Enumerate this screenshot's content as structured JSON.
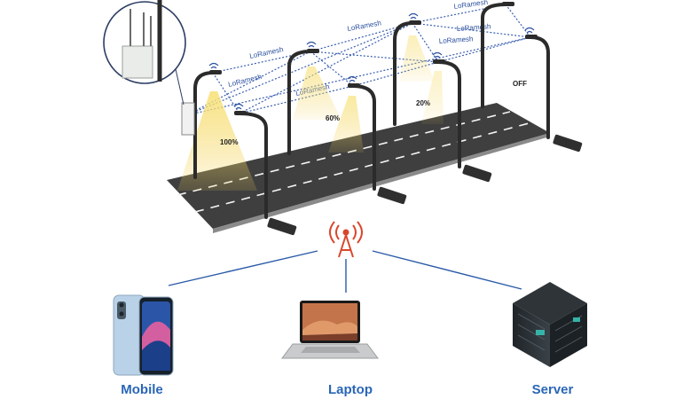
{
  "diagram": {
    "mesh_label": "LoRamesh",
    "lights": [
      {
        "level_label": "100%"
      },
      {
        "level_label": "60%"
      },
      {
        "level_label": "20%"
      },
      {
        "level_label": "OFF"
      }
    ],
    "devices": {
      "mobile": "Mobile",
      "laptop": "Laptop",
      "server": "Server"
    },
    "colors": {
      "link_line": "#2a5aa8",
      "mesh_line": "#3a5fb0",
      "light_beam": "#f3d15a",
      "road": "#3f3f3f",
      "pole": "#2b2b2b",
      "antenna": "#d9472b",
      "label": "#2a66b7"
    }
  }
}
